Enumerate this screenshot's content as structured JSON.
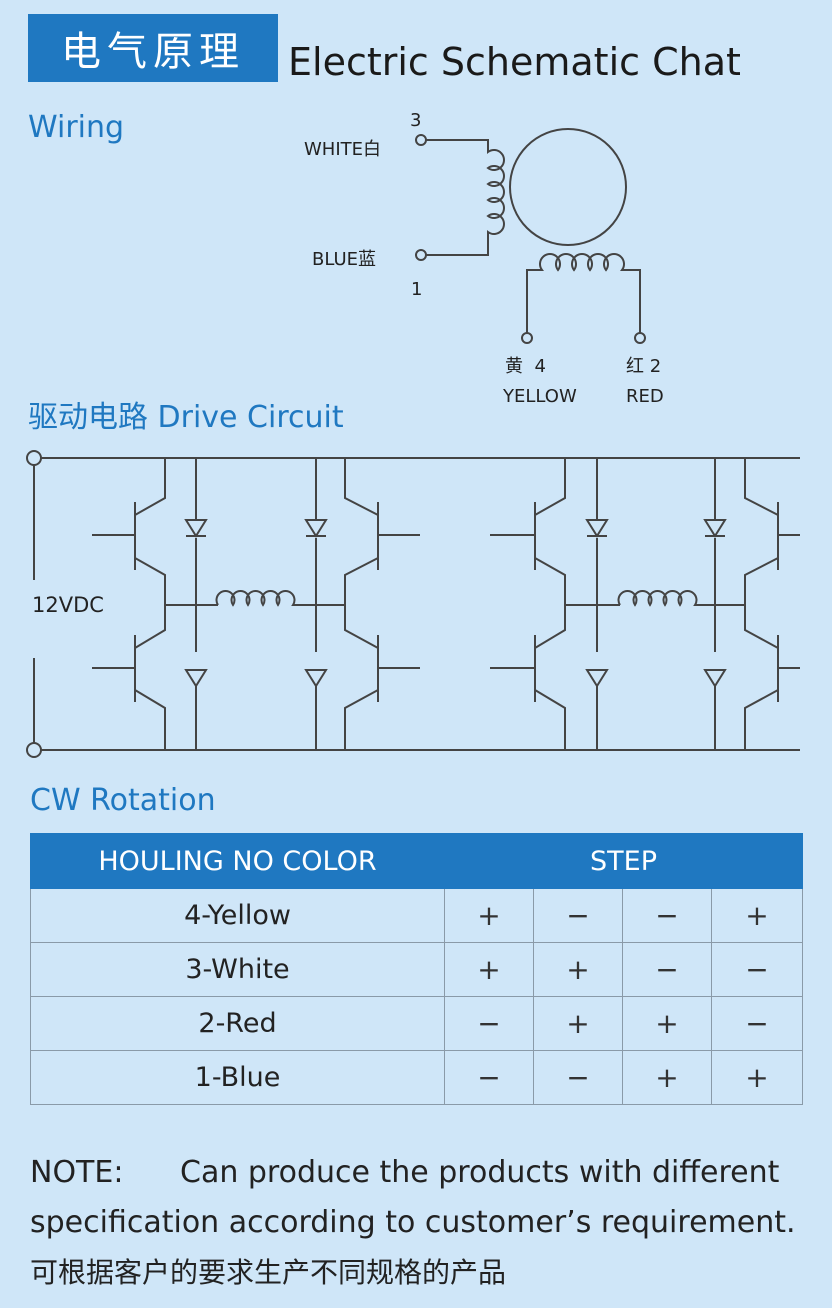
{
  "header": {
    "badge_zh": "电气原理",
    "title_en": "Electric Schematic Chat"
  },
  "wiring": {
    "heading": "Wiring",
    "pin3_num": "3",
    "pin3_label": "WHITE白",
    "pin1_label": "BLUE蓝",
    "pin1_num": "1",
    "pin4_label": "黄  4",
    "pin4_color": "YELLOW",
    "pin2_label": "红 2",
    "pin2_color": "RED"
  },
  "drive": {
    "heading": "驱动电路 Drive Circuit",
    "voltage": "12VDC"
  },
  "rotation": {
    "heading": "CW Rotation",
    "col_color": "HOULING NO COLOR",
    "col_step": "STEP",
    "rows": [
      {
        "name": "4-Yellow",
        "steps": [
          "+",
          "−",
          "−",
          "+"
        ]
      },
      {
        "name": "3-White",
        "steps": [
          "+",
          "+",
          "−",
          "−"
        ]
      },
      {
        "name": "2-Red",
        "steps": [
          "−",
          "+",
          "+",
          "−"
        ]
      },
      {
        "name": "1-Blue",
        "steps": [
          "−",
          "−",
          "+",
          "+"
        ]
      }
    ]
  },
  "note": {
    "label": "NOTE:",
    "line1": "Can produce the products with different",
    "line2": "specification according to customer’s requirement.",
    "line3": "可根据客户的要求生产不同规格的产品"
  },
  "colors": {
    "accent": "#1f78c1",
    "background": "#cfe6f8",
    "line": "#444444"
  }
}
